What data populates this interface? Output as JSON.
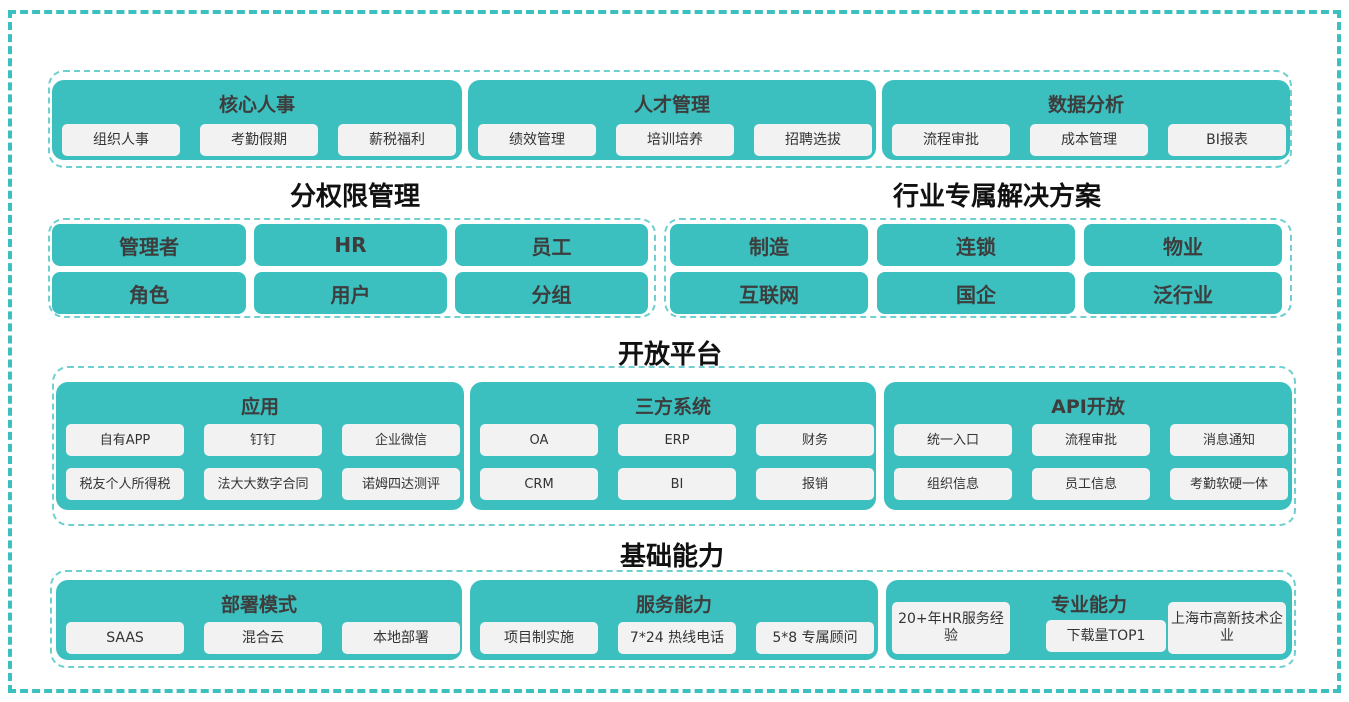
{
  "colors": {
    "accent": "#3bbfbf",
    "chip": "#f2f2f2",
    "text": "#3d3d3d"
  },
  "row1": [
    {
      "title": "核心人事",
      "items": [
        "组织人事",
        "考勤假期",
        "薪税福利"
      ]
    },
    {
      "title": "人才管理",
      "items": [
        "绩效管理",
        "培训培养",
        "招聘选拔"
      ]
    },
    {
      "title": "数据分析",
      "items": [
        "流程审批",
        "成本管理",
        "BI报表"
      ]
    }
  ],
  "sections": {
    "permission": "分权限管理",
    "industry": "行业专属解决方案",
    "open": "开放平台",
    "base": "基础能力"
  },
  "permission_cells": [
    "管理者",
    "HR",
    "员工",
    "角色",
    "用户",
    "分组"
  ],
  "industry_cells": [
    "制造",
    "连锁",
    "物业",
    "互联网",
    "国企",
    "泛行业"
  ],
  "row3": [
    {
      "title": "应用",
      "items": [
        "自有APP",
        "钉钉",
        "企业微信",
        "税友个人所得税",
        "法大大数字合同",
        "诺姆四达测评"
      ]
    },
    {
      "title": "三方系统",
      "items": [
        "OA",
        "ERP",
        "财务",
        "CRM",
        "BI",
        "报销"
      ]
    },
    {
      "title": "API开放",
      "items": [
        "统一入口",
        "流程审批",
        "消息通知",
        "组织信息",
        "员工信息",
        "考勤软硬一体"
      ]
    }
  ],
  "row4": [
    {
      "title": "部署模式",
      "items": [
        "SAAS",
        "混合云",
        "本地部署"
      ]
    },
    {
      "title": "服务能力",
      "items": [
        "项目制实施",
        "7*24 热线电话",
        "5*8 专属顾问"
      ]
    },
    {
      "title": "专业能力",
      "items": [
        "20+年HR服务经验",
        "下载量TOP1",
        "上海市高新技术企业"
      ]
    }
  ]
}
